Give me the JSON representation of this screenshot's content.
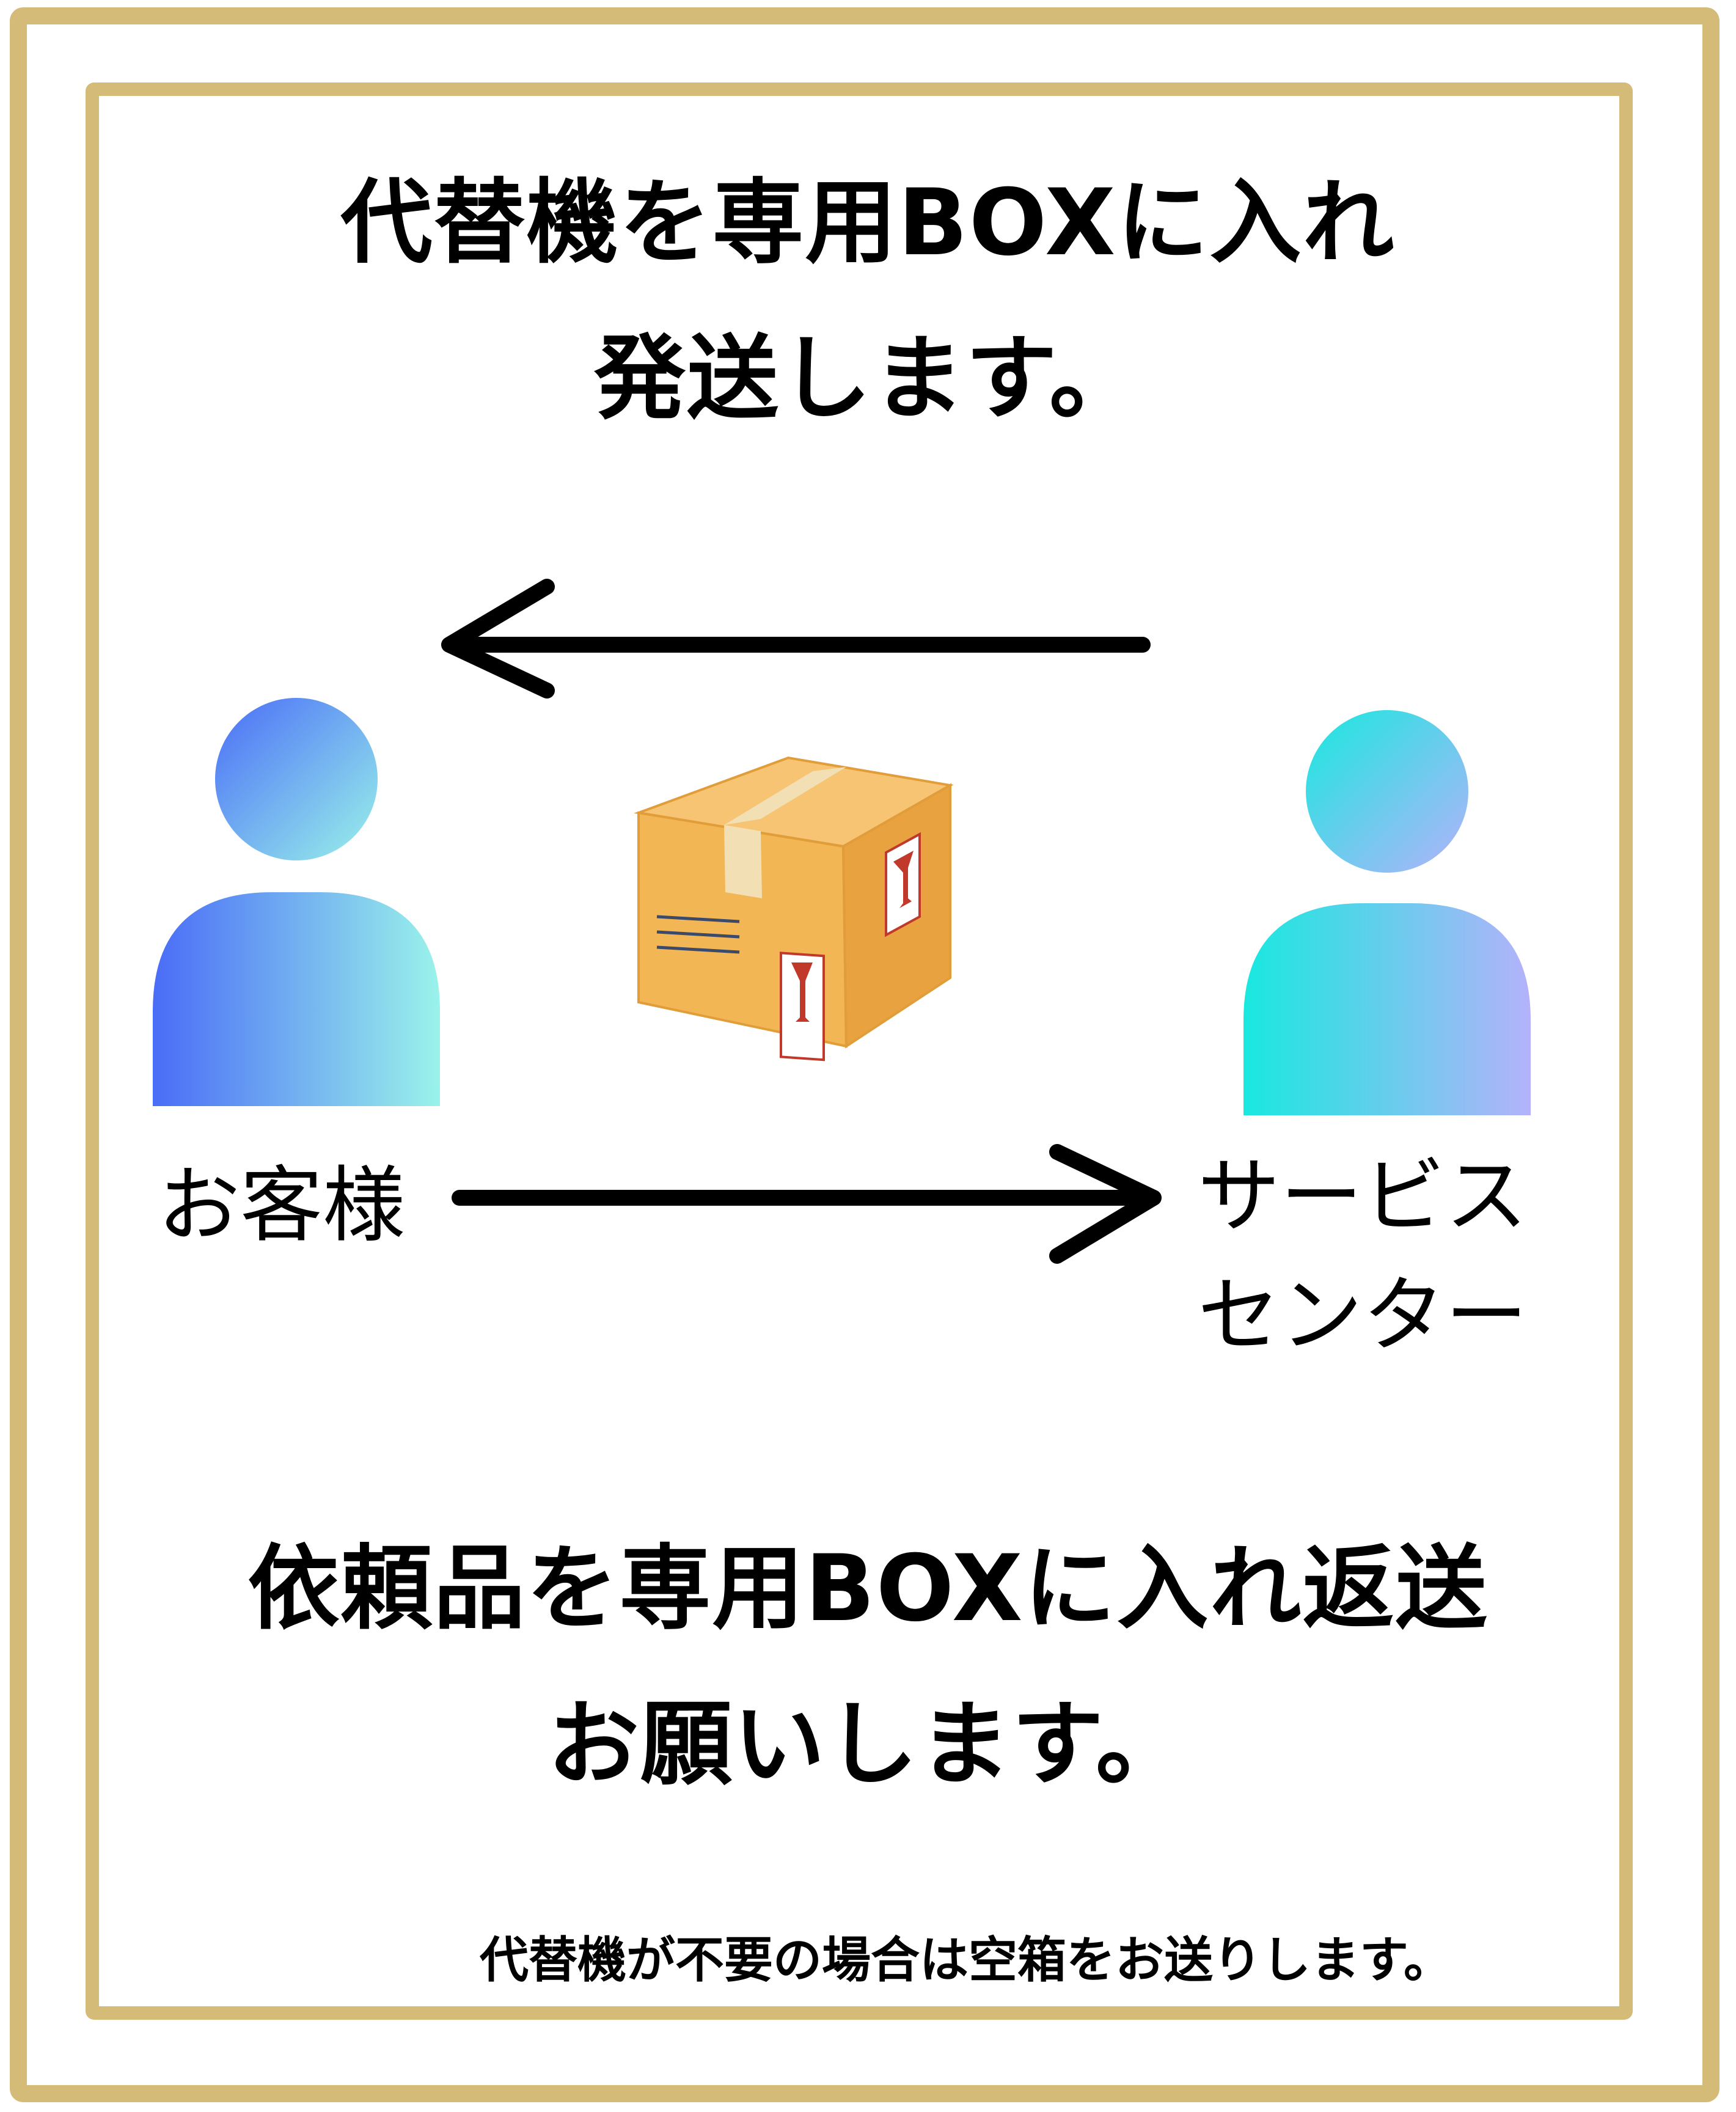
{
  "heading_top": {
    "line1": "代替機を専用BOXに入れ",
    "line2": "発送します。"
  },
  "labels": {
    "customer": "お客様",
    "service_line1": "サービス",
    "service_line2": "センター"
  },
  "heading_bottom": {
    "line1": "依頼品を専用BOXに入れ返送",
    "line2": "お願いします。"
  },
  "footnote": "代替機が不要の場合は空箱をお送りします。",
  "icons": {
    "customer": "person-icon",
    "service_center": "person-icon",
    "package": "cardboard-box-icon",
    "arrow_top": "arrow-left-icon",
    "arrow_bottom": "arrow-right-icon"
  },
  "colors": {
    "frame": "#d4bb77",
    "box_body": "#f2b655",
    "box_side": "#e8a23f",
    "tape": "#f3dfb4",
    "customer_gradient_start": "#4a6cf7",
    "customer_gradient_end": "#9af3ea",
    "service_gradient_start": "#19e8df",
    "service_gradient_end": "#b4b2fa"
  }
}
